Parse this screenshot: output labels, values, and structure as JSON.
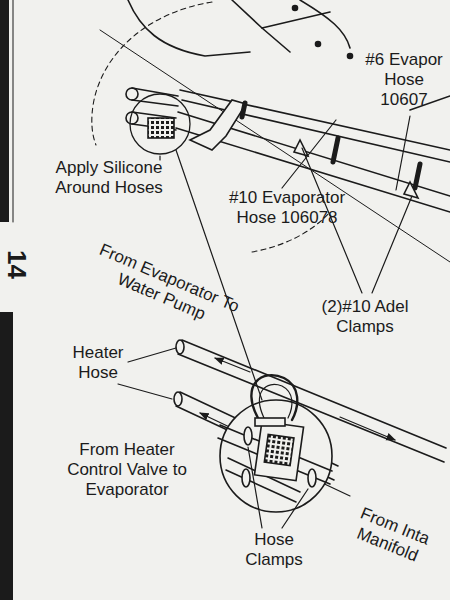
{
  "diagram": {
    "labels": [
      "Apply Silicone Around Hoses",
      "#10 Evaporator Hose 106078",
      "#6 Evapor Hose 10607",
      "(2)#10 Adel Clamps",
      "From Evaporator To Water Pump",
      "Heater Hose",
      "From Heater Control Valve to Evaporator",
      "Hose Clamps",
      "From Inta Manifold",
      "14"
    ]
  }
}
